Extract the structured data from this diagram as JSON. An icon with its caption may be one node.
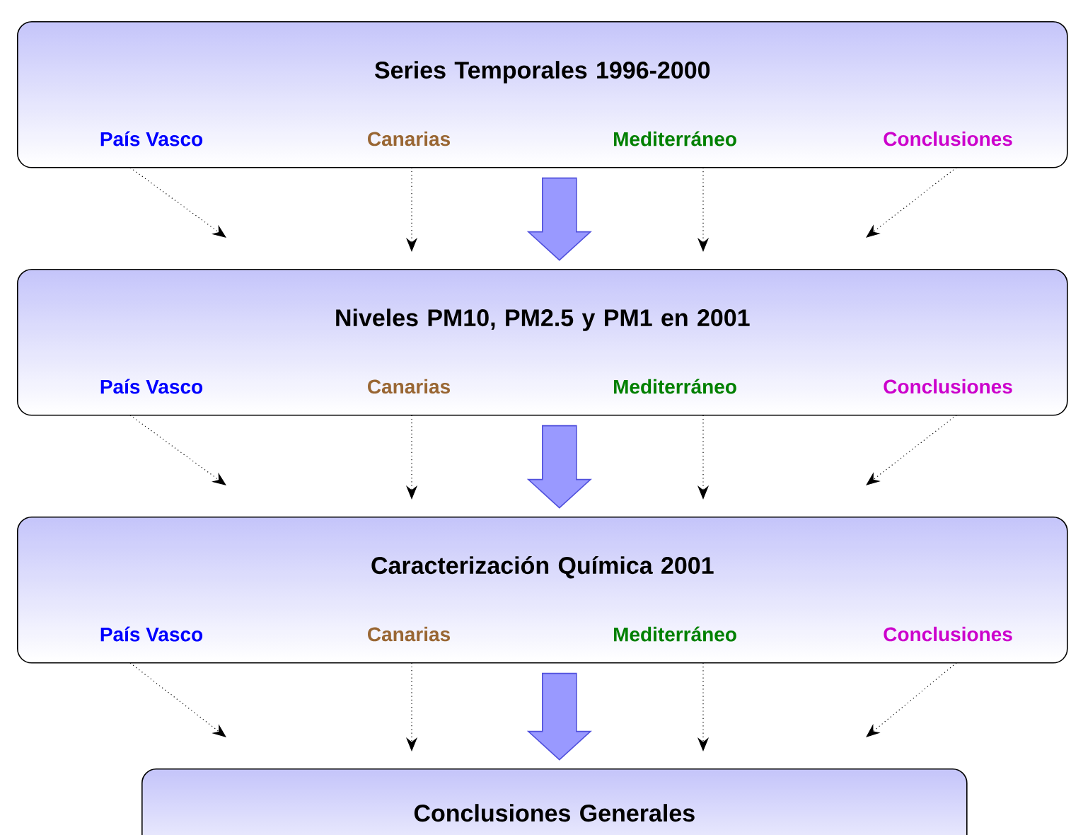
{
  "diagram": {
    "nodes": [
      {
        "text": [
          "Series Temporales 1996-2000"
        ]
      },
      {
        "text": [
          "País Vasco"
        ],
        "in": 0
      },
      {
        "text": [
          "Canarias"
        ],
        "in": 0
      },
      {
        "text": [
          "Mediterráneo"
        ],
        "in": 0
      },
      {
        "text": [
          "Conclusiones"
        ],
        "in": 0
      },
      {
        "text": [
          "Niveles PM10, PM2.5 y PM1 en 2001"
        ]
      },
      {
        "text": [
          "País Vasco"
        ],
        "in": 5
      },
      {
        "text": [
          "Canarias"
        ],
        "in": 5
      },
      {
        "text": [
          "Mediterráneo"
        ],
        "in": 5
      },
      {
        "text": [
          "Conclusiones"
        ],
        "in": 5
      },
      {
        "text": [
          "Caracterización Química 2001"
        ]
      },
      {
        "text": [
          "País Vasco"
        ],
        "in": 10
      },
      {
        "text": [
          "Canarias"
        ],
        "in": 10
      },
      {
        "text": [
          "Mediterráneo"
        ],
        "in": 10
      },
      {
        "text": [
          "Conclusiones"
        ],
        "in": 10
      },
      {
        "text": [
          "Conclusiones Generales"
        ]
      }
    ],
    "edges": [
      {
        "from": 1,
        "to": 5,
        "arrow": "to",
        "style": "dashed"
      },
      {
        "from": 2,
        "to": 5,
        "arrow": "to",
        "style": "dashed"
      },
      {
        "from": 3,
        "to": 5,
        "arrow": "to",
        "style": "dashed"
      },
      {
        "from": 4,
        "to": 5,
        "arrow": "to",
        "style": "dashed"
      },
      {
        "from": 6,
        "to": 10,
        "arrow": "to",
        "style": "dashed"
      },
      {
        "from": 7,
        "to": 10,
        "arrow": "to",
        "style": "dashed"
      },
      {
        "from": 8,
        "to": 10,
        "arrow": "to",
        "style": "dashed"
      },
      {
        "from": 9,
        "to": 10,
        "arrow": "to",
        "style": "dashed"
      },
      {
        "from": 11,
        "to": 15,
        "arrow": "to",
        "style": "dashed"
      },
      {
        "from": 12,
        "to": 15,
        "arrow": "to",
        "style": "dashed"
      },
      {
        "from": 13,
        "to": 15,
        "arrow": "to",
        "style": "dashed"
      },
      {
        "from": 14,
        "to": 15,
        "arrow": "to",
        "style": "dashed"
      },
      {
        "from": 0,
        "to": 5,
        "arrow": "to",
        "style": "thick",
        "color": "#9999ff"
      },
      {
        "from": 5,
        "to": 10,
        "arrow": "to",
        "style": "thick",
        "color": "#9999ff"
      },
      {
        "from": 10,
        "to": 15,
        "arrow": "to",
        "style": "thick",
        "color": "#9999ff"
      }
    ]
  }
}
